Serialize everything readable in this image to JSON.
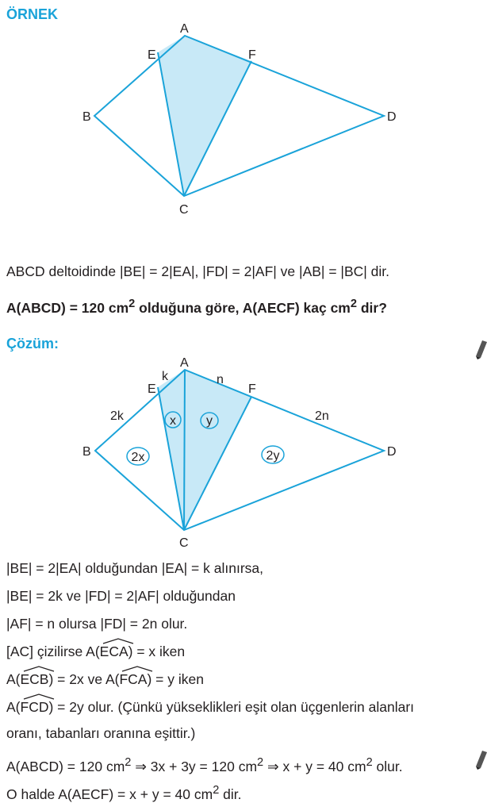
{
  "example_heading": "ÖRNEK",
  "solution_heading": "Çözüm:",
  "figure1": {
    "vertex_labels": {
      "A": "A",
      "B": "B",
      "C": "C",
      "D": "D",
      "E": "E",
      "F": "F"
    }
  },
  "figure2": {
    "vertex_labels": {
      "A": "A",
      "B": "B",
      "C": "C",
      "D": "D",
      "E": "E",
      "F": "F"
    },
    "segment_labels": {
      "EA": "k",
      "AF": "n",
      "BE": "2k",
      "FD": "2n"
    },
    "region_labels": {
      "ECA": "x",
      "FCA": "y",
      "ECB": "2x",
      "FCD": "2y"
    }
  },
  "problem": {
    "statement": "ABCD deltoidinde |BE| = 2|EA|, |FD| = 2|AF| ve |AB| = |BC| dir.",
    "question_part1": "A(ABCD) = 120 cm",
    "question_part2": " olduğuna göre, A(AECF) kaç cm",
    "question_part3": " dir?",
    "sup": "2"
  },
  "solution": {
    "line1": "|BE| = 2|EA| olduğundan |EA| = k alınırsa,",
    "line2": "|BE| = 2k ve |FD| = 2|AF| olduğundan",
    "line3": "|AF| = n olursa |FD| = 2n olur.",
    "line4_prefix": "[AC] çizilirse A(",
    "line4_arc": "ECA",
    "line4_suffix": ") = x iken",
    "line5_prefix": "A(",
    "line5_arc1": "ECB",
    "line5_mid": ") = 2x ve A(",
    "line5_arc2": "FCA",
    "line5_suffix": ") = y iken",
    "line6_prefix": "A(",
    "line6_arc": "FCD",
    "line6_suffix": ") = 2y olur. (Çünkü yükseklikleri eşit olan üçgenlerin alanları",
    "line7": "oranı, tabanları oranına eşittir.)",
    "line8_a": "A(ABCD) = 120 cm",
    "line8_b": " ⇒ 3x + 3y = 120 cm",
    "line8_c": " ⇒ x + y = 40 cm",
    "line8_d": " olur.",
    "line9_a": "O halde A(AECF) = x + y = 40 cm",
    "line9_b": " dir.",
    "sup": "2"
  },
  "colors": {
    "line": "#1aa3d9",
    "fill": "#c8e9f7",
    "heading": "#1aa3d9",
    "text": "#231f20"
  }
}
